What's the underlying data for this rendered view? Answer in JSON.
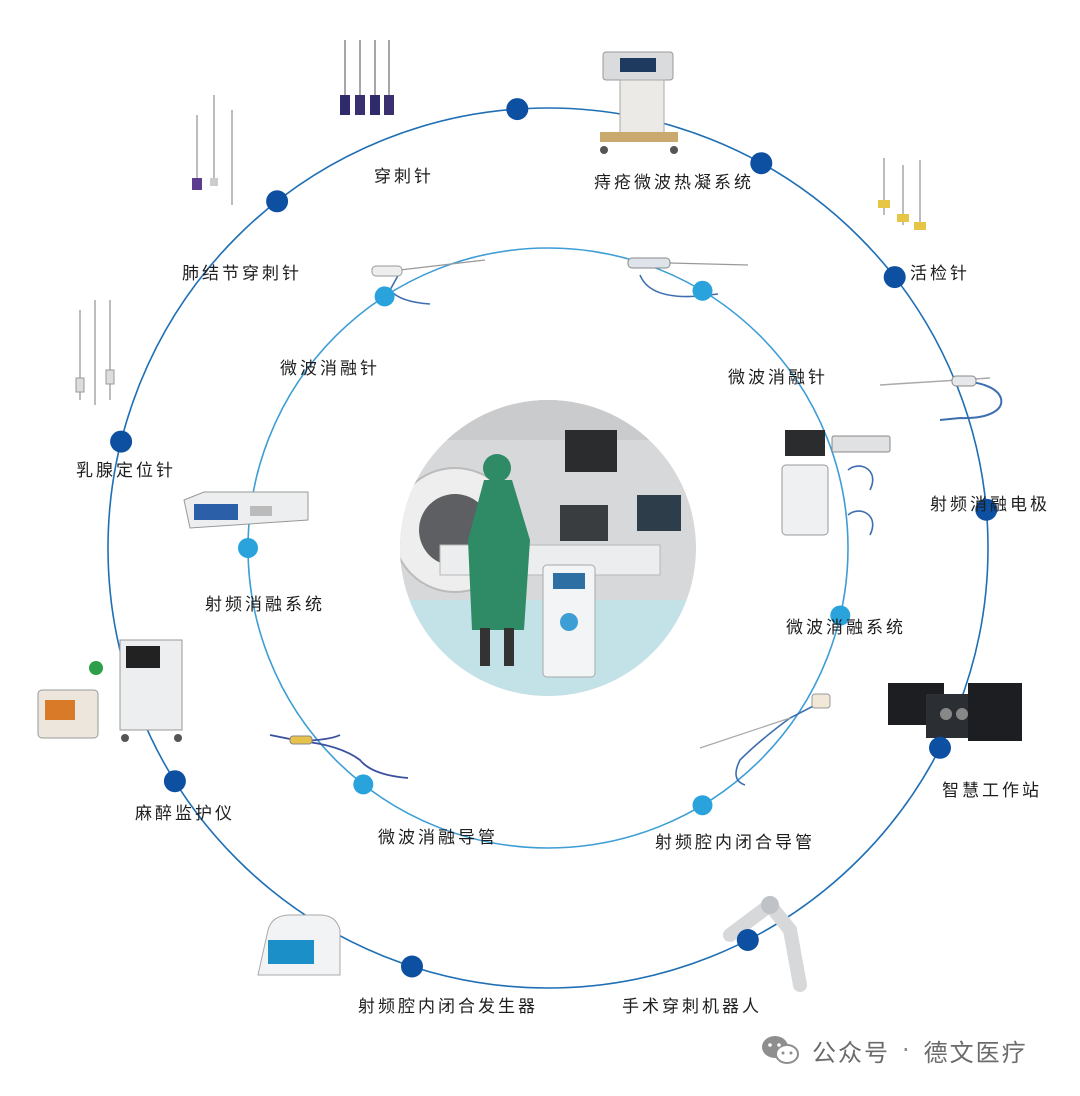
{
  "diagram": {
    "colors": {
      "outer_ring": "#1f6fb5",
      "inner_ring": "#3d9ed6",
      "outer_dot": "#0d4fa0",
      "inner_dot": "#2aa3dd",
      "text": "#1e1e1e"
    },
    "outer_ring_items": [
      {
        "id": "puncture-needle",
        "label": "穿刺针"
      },
      {
        "id": "hemorrhoid-microwave-system",
        "label": "痔疮微波热凝系统"
      },
      {
        "id": "biopsy-needle",
        "label": "活检针"
      },
      {
        "id": "rf-ablation-electrode",
        "label": "射频消融电极"
      },
      {
        "id": "smart-workstation",
        "label": "智慧工作站"
      },
      {
        "id": "surgical-puncture-robot",
        "label": "手术穿刺机器人"
      },
      {
        "id": "rf-cavity-closure-generator",
        "label": "射频腔内闭合发生器"
      },
      {
        "id": "anesthesia-monitor",
        "label": "麻醉监护仪"
      },
      {
        "id": "breast-localization-needle",
        "label": "乳腺定位针"
      },
      {
        "id": "lung-nodule-puncture-needle",
        "label": "肺结节穿刺针"
      }
    ],
    "inner_ring_items": [
      {
        "id": "microwave-ablation-needle-left",
        "label": "微波消融针"
      },
      {
        "id": "microwave-ablation-needle-right",
        "label": "微波消融针"
      },
      {
        "id": "microwave-ablation-system",
        "label": "微波消融系统"
      },
      {
        "id": "rf-cavity-closure-catheter",
        "label": "射频腔内闭合导管"
      },
      {
        "id": "microwave-ablation-catheter",
        "label": "微波消融导管"
      },
      {
        "id": "rf-ablation-system",
        "label": "射频消融系统"
      }
    ],
    "center_icon": "operating-room-scene"
  },
  "watermark": {
    "icon": "wechat-icon",
    "channel": "公众号",
    "separator": "·",
    "name": "德文医疗"
  }
}
